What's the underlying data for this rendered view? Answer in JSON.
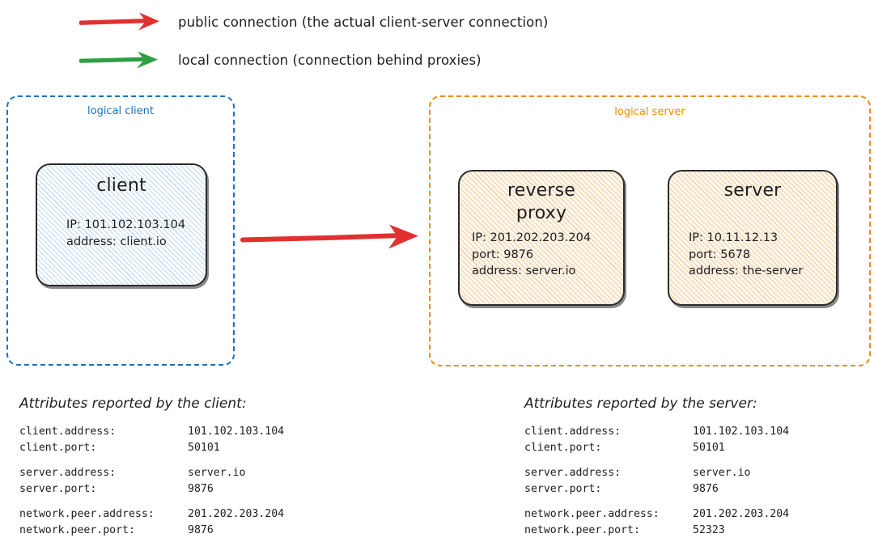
{
  "legend": [
    {
      "icon": "red-arrow-icon",
      "color": "#e03131",
      "label": "public connection (the actual client-server connection)"
    },
    {
      "icon": "green-arrow-icon",
      "color": "#2f9e44",
      "label": "local connection (connection behind proxies)"
    }
  ],
  "logical_client": {
    "label": "logical client",
    "color": "#1971c2",
    "node": {
      "title": "client",
      "lines": [
        "IP: 101.102.103.104",
        "address: client.io"
      ]
    }
  },
  "logical_server": {
    "label": "logical server",
    "color": "#f08c00",
    "nodes": [
      {
        "title": "reverse proxy",
        "lines": [
          "IP: 201.202.203.204",
          "port: 9876",
          "address: server.io"
        ]
      },
      {
        "title": "server",
        "lines": [
          "IP: 10.11.12.13",
          "port: 5678",
          "address: the-server"
        ]
      }
    ]
  },
  "connector": {
    "icon": "red-arrow-icon",
    "color": "#e03131"
  },
  "attributes": [
    {
      "heading": "Attributes reported by the client:",
      "groups": [
        [
          {
            "key": "client.address:",
            "value": "101.102.103.104"
          },
          {
            "key": "client.port:",
            "value": "50101"
          }
        ],
        [
          {
            "key": "server.address:",
            "value": "server.io"
          },
          {
            "key": "server.port:",
            "value": "9876"
          }
        ],
        [
          {
            "key": "network.peer.address:",
            "value": "201.202.203.204"
          },
          {
            "key": "network.peer.port:",
            "value": "9876"
          }
        ]
      ]
    },
    {
      "heading": "Attributes reported by the server:",
      "groups": [
        [
          {
            "key": "client.address:",
            "value": "101.102.103.104"
          },
          {
            "key": "client.port:",
            "value": "50101"
          }
        ],
        [
          {
            "key": "server.address:",
            "value": "server.io"
          },
          {
            "key": "server.port:",
            "value": "9876"
          }
        ],
        [
          {
            "key": "network.peer.address:",
            "value": "201.202.203.204"
          },
          {
            "key": "network.peer.port:",
            "value": "52323"
          }
        ]
      ]
    }
  ]
}
